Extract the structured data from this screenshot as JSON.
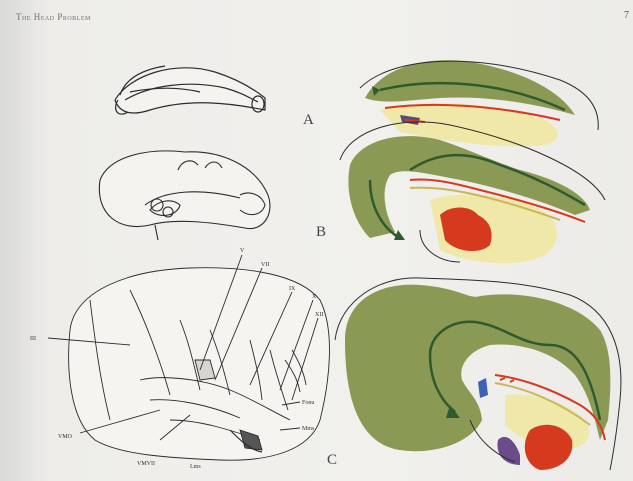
{
  "header": {
    "running_head": "The Head Problem",
    "page_number": "7"
  },
  "panels": {
    "a_label": "A",
    "b_label": "B",
    "c_label": "C"
  },
  "annotations": {
    "nerve_v": "V",
    "nerve_vii": "VII",
    "nerve_ix": "IX",
    "nerve_x": "X",
    "nerve_xii": "XII",
    "nerve_iii": "III",
    "label_fonu": "Fonu",
    "label_mms": "Mms",
    "label_bottom_left": "VMO",
    "label_bottom_mid": "VMVII",
    "label_bottom_right": "Lms"
  },
  "colors": {
    "neural_green": "#8a9a55",
    "arrow_green": "#2f5a2e",
    "tissue_yellow": "#efe8a8",
    "artery_red": "#d63a1e",
    "line_ink": "#2b2b2b"
  }
}
